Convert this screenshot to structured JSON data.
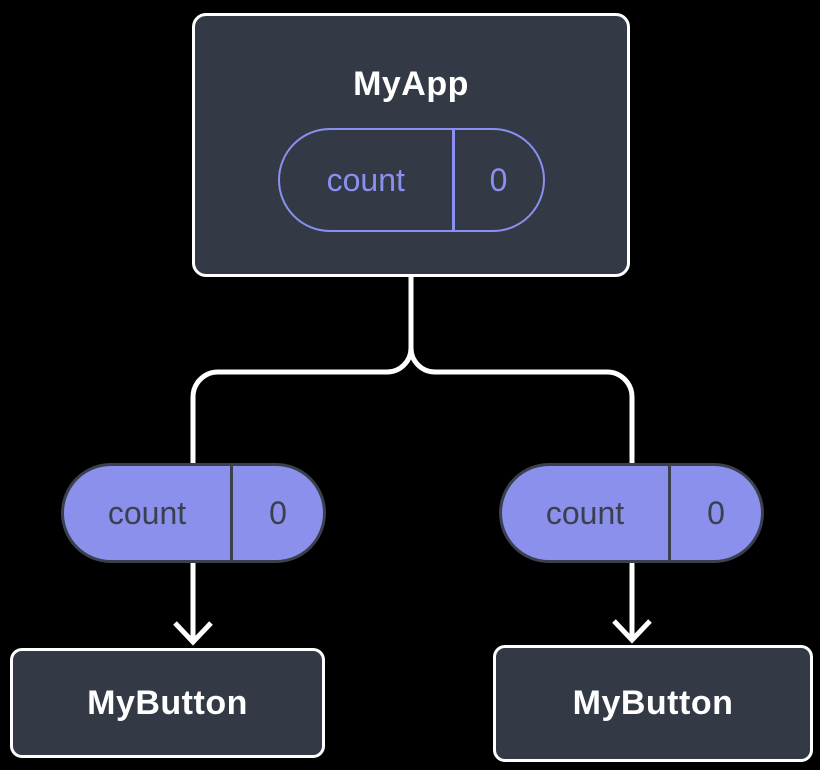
{
  "colors": {
    "background": "#000000",
    "node_fill": "#333a45",
    "node_border": "#ffffff",
    "pill_fill": "#8b90ec",
    "pill_outline": "#8a8ff0",
    "pill_dark_text": "#3a404d",
    "connector": "#ffffff"
  },
  "root": {
    "title": "MyApp",
    "state": {
      "name": "count",
      "value": "0"
    }
  },
  "branches": {
    "left": {
      "prop_name": "count",
      "prop_value": "0",
      "child_title": "MyButton"
    },
    "right": {
      "prop_name": "count",
      "prop_value": "0",
      "child_title": "MyButton"
    }
  }
}
